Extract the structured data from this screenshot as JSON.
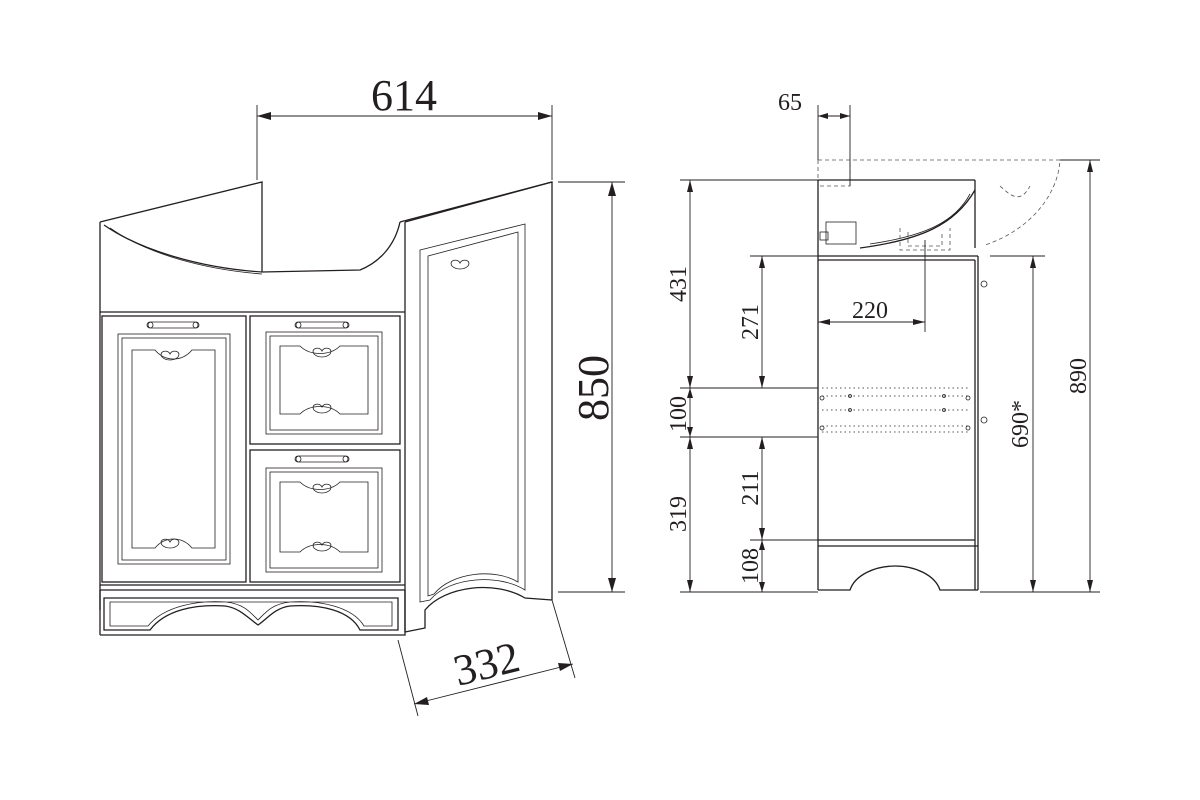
{
  "front_view": {
    "width_label": "614",
    "height_label": "850",
    "depth_label": "332"
  },
  "side_view": {
    "overhang_label": "65",
    "basin_depth_label": "220",
    "upper_height_label": "431",
    "upper_inner_label": "271",
    "shelf_gap_label": "100",
    "lower_height_label": "319",
    "lower_inner_label": "211",
    "plinth_label": "108",
    "adjustable_label": "690*",
    "total_height_label": "890"
  }
}
